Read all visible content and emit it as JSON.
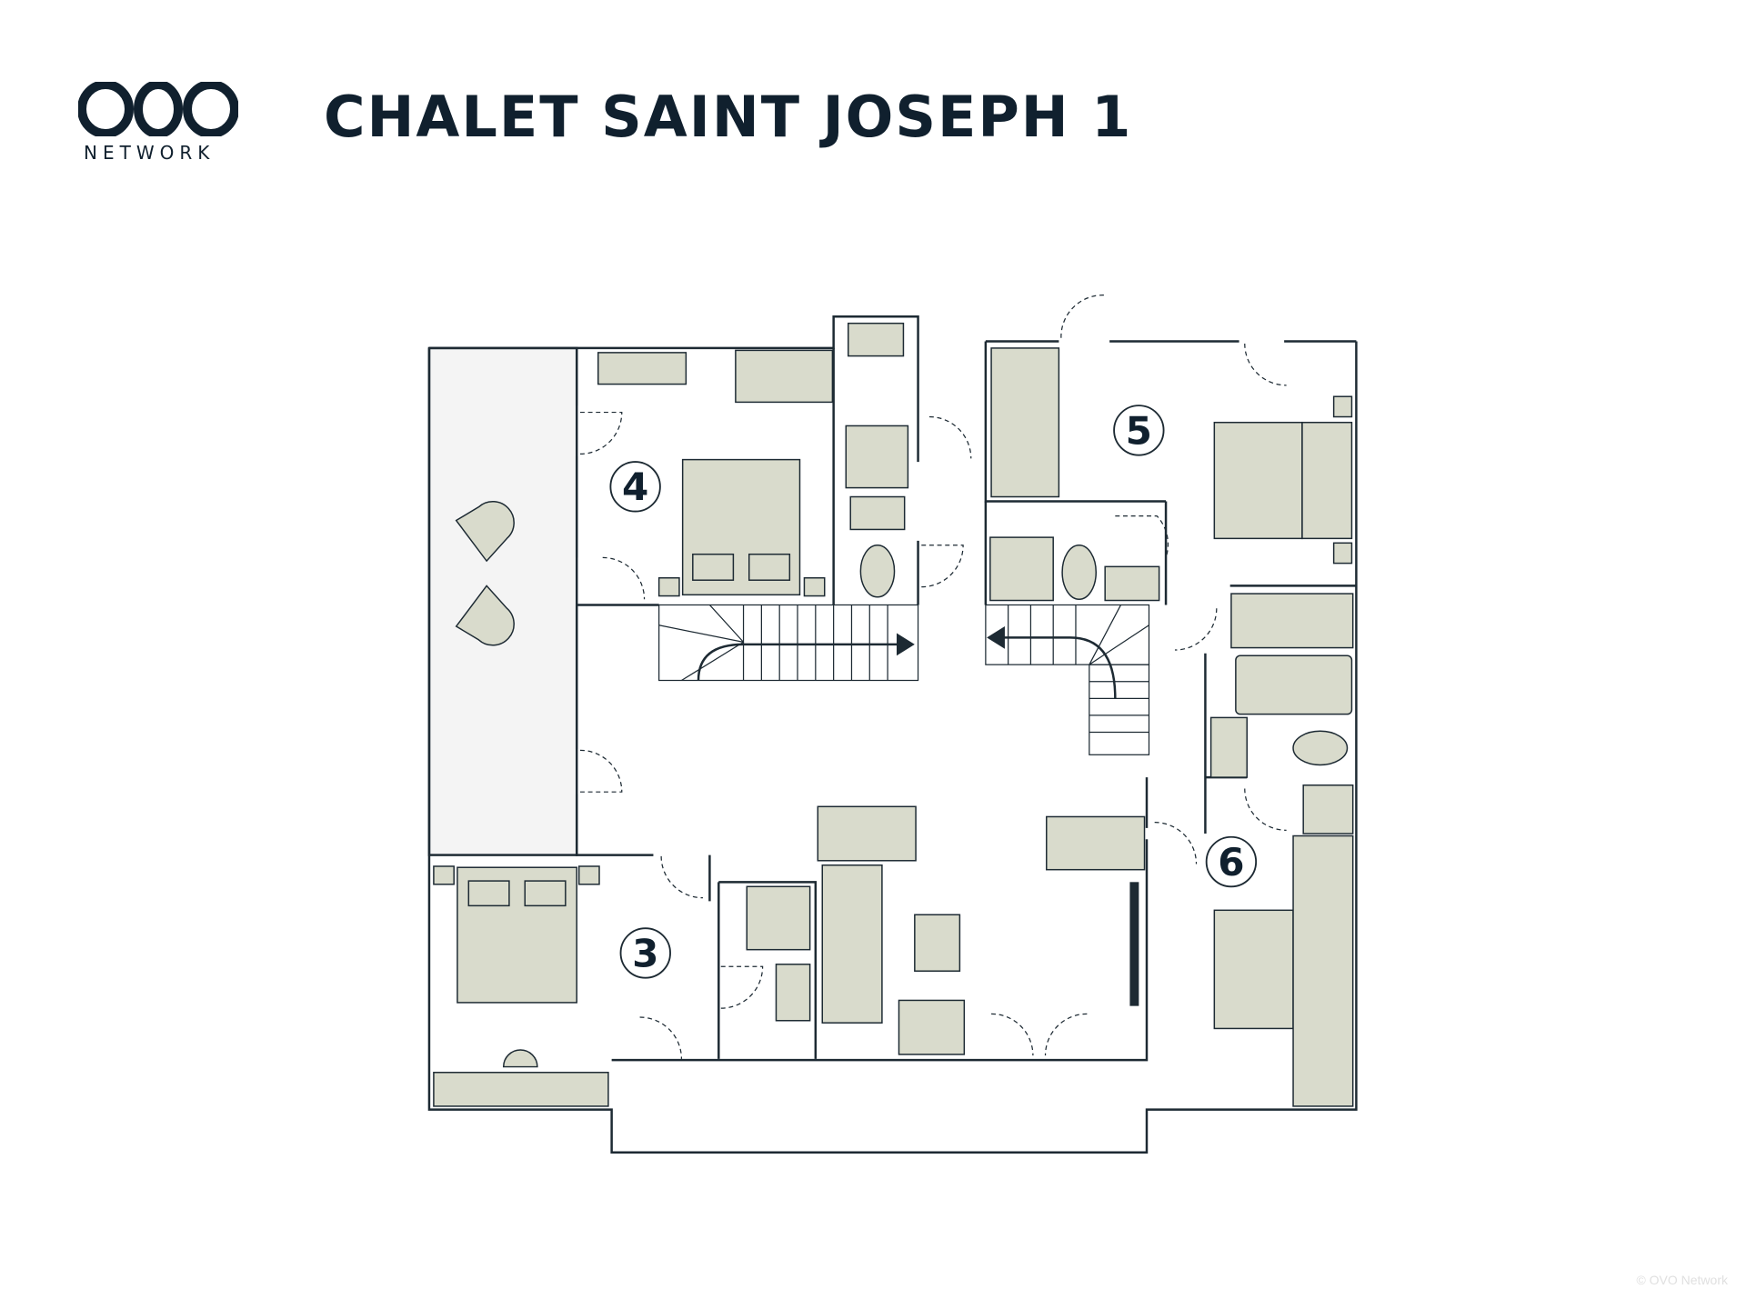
{
  "logo": {
    "mark": "OVO",
    "text": "NETWORK"
  },
  "header": {
    "title": "CHALET SAINT JOSEPH 1"
  },
  "floorplan": {
    "rooms": [
      {
        "number": "3"
      },
      {
        "number": "4"
      },
      {
        "number": "5"
      },
      {
        "number": "6"
      }
    ]
  },
  "footer": {
    "copyright": "© OVO Network"
  },
  "colors": {
    "ink": "#10202e",
    "furniture": "#d9dbcc",
    "terrace": "#f4f4f4"
  }
}
